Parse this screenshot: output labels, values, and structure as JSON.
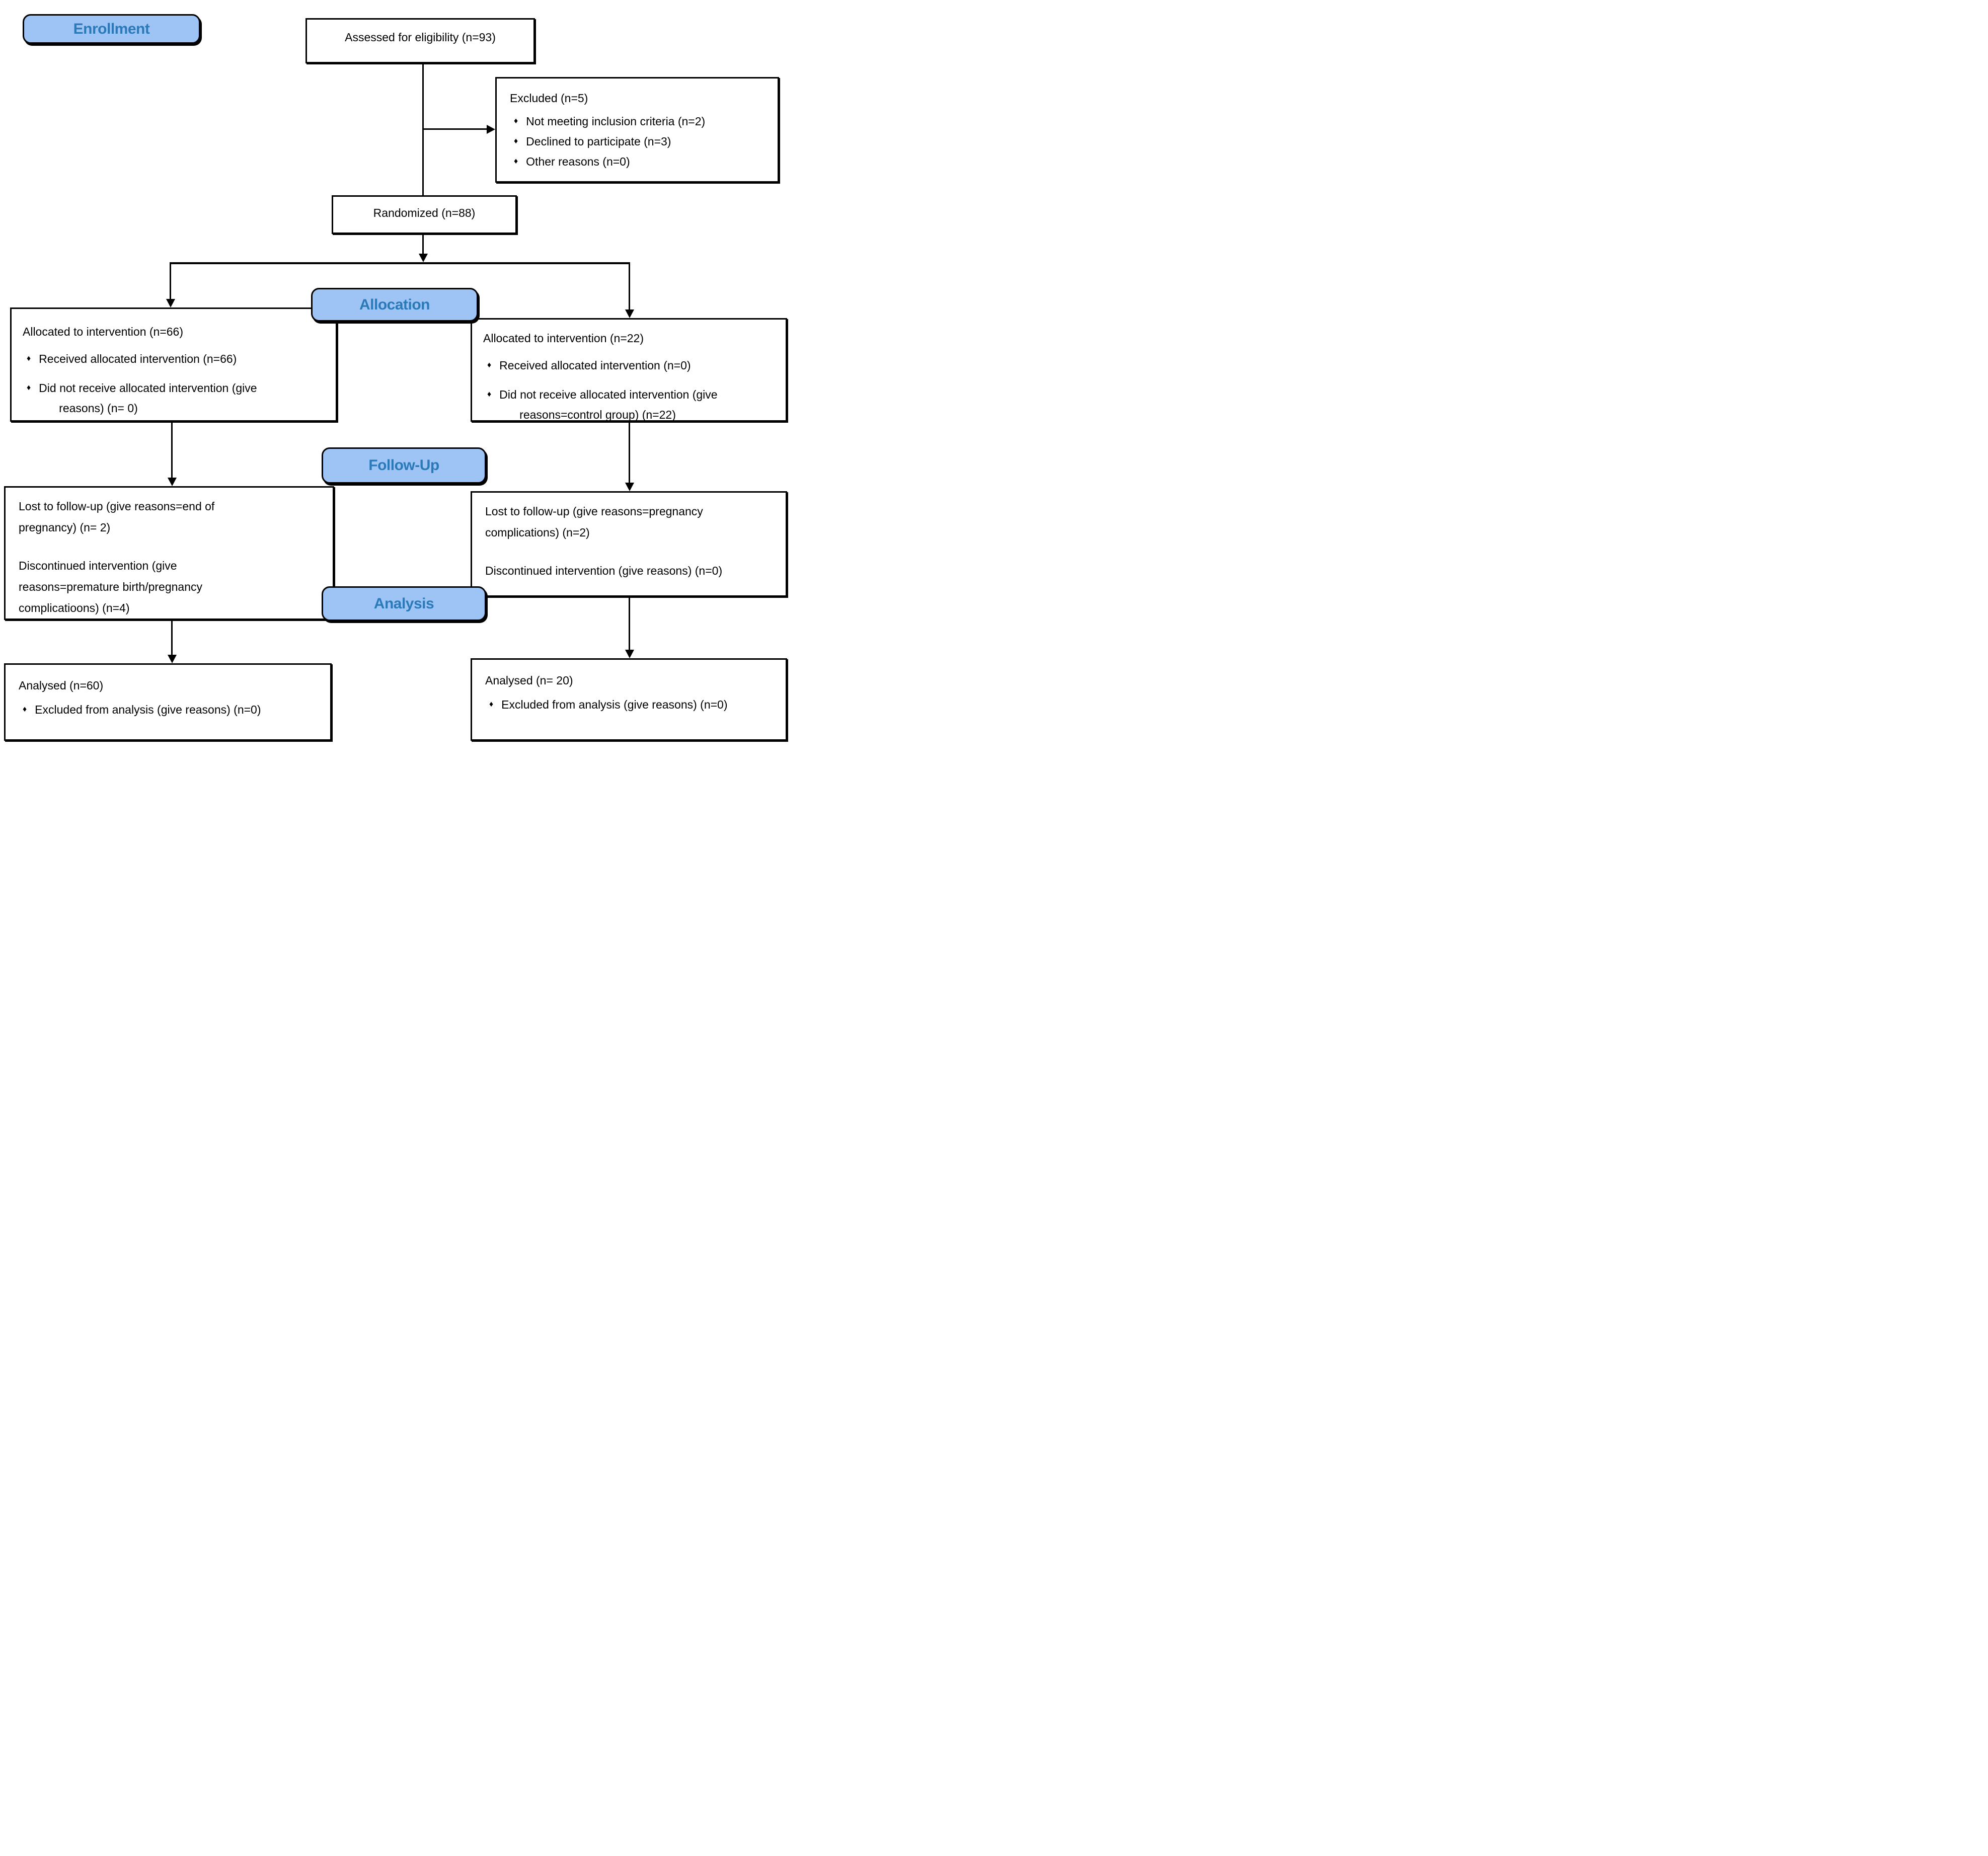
{
  "colors": {
    "label_fill": "#9EC4F5",
    "label_text": "#2A79B8",
    "line": "#000000",
    "box_bg": "#FFFFFF"
  },
  "bullet_glyph": "♦",
  "section_labels": {
    "enrollment": "Enrollment",
    "allocation": "Allocation",
    "followup": "Follow-Up",
    "analysis": "Analysis"
  },
  "boxes": {
    "assessed": {
      "text": "Assessed for eligibility (n=93)"
    },
    "excluded": {
      "title": "Excluded (n=5)",
      "bullets": [
        "Not meeting inclusion criteria (n=2)",
        "Declined to participate (n=3)",
        "Other reasons (n=0)"
      ]
    },
    "randomized": {
      "text": "Randomized (n=88)"
    },
    "alloc_left": {
      "title": "Allocated to intervention (n=66)",
      "bullet1": "Received allocated intervention (n=66)",
      "bullet2_line1": "Did not receive allocated intervention (give",
      "bullet2_line2": "reasons) (n= 0)"
    },
    "alloc_right": {
      "title": "Allocated to intervention (n=22)",
      "bullet1": "Received allocated intervention (n=0)",
      "bullet2_line1": "Did not receive allocated intervention (give",
      "bullet2_line2": "reasons=control group) (n=22)"
    },
    "fu_left": {
      "para1_line1": "Lost to follow-up (give reasons=end of",
      "para1_line2": "pregnancy) (n= 2)",
      "para2_line1": "Discontinued intervention (give",
      "para2_line2": "reasons=premature birth/pregnancy",
      "para2_line3": "complicatioons) (n=4)"
    },
    "fu_right": {
      "para1_line1": "Lost to follow-up (give reasons=pregnancy",
      "para1_line2": "complications) (n=2)",
      "para2_line1": "Discontinued intervention (give reasons) (n=0)"
    },
    "analysed_left": {
      "title": "Analysed (n=60)",
      "bullet1": "Excluded from analysis (give reasons) (n=0)"
    },
    "analysed_right": {
      "title": "Analysed (n= 20)",
      "bullet1": "Excluded from analysis (give reasons) (n=0)"
    }
  }
}
